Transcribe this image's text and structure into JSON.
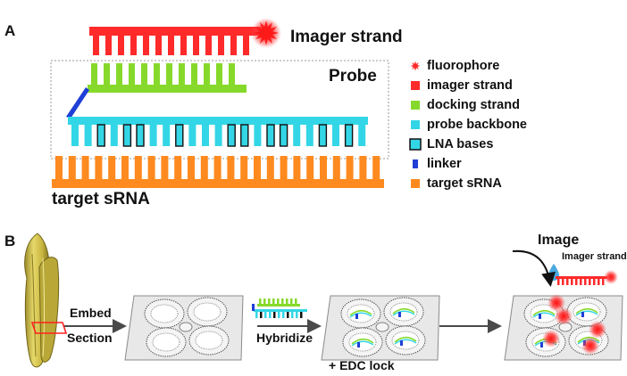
{
  "panel_a": {
    "label": "A",
    "imager_label": "Imager strand",
    "probe_label": "Probe",
    "target_label": "target sRNA",
    "legend": [
      {
        "text": "fluorophore",
        "color": "#ff2a2a",
        "icon": "fluorophore-icon"
      },
      {
        "text": "imager strand",
        "color": "#ff2a2a",
        "icon": "imager-swatch"
      },
      {
        "text": "docking strand",
        "color": "#86d92b",
        "icon": "docking-swatch"
      },
      {
        "text": "probe backbone",
        "color": "#33d6e6",
        "icon": "backbone-swatch"
      },
      {
        "text": "LNA bases",
        "color": "#33d6e6",
        "icon": "lna-swatch"
      },
      {
        "text": "linker",
        "color": "#1f3fd6",
        "icon": "linker-swatch"
      },
      {
        "text": "target sRNA",
        "color": "#ff8a1f",
        "icon": "target-swatch"
      }
    ]
  },
  "panel_b": {
    "label": "B",
    "embed_label": "Embed",
    "section_label": "Section",
    "hybridize_label": "Hybridize",
    "edc_label": "+ EDC lock",
    "image_label": "Image",
    "imager_strand_label": "Imager strand"
  },
  "colors": {
    "imager": "#ff2a2a",
    "docking": "#86d92b",
    "backbone": "#33d6e6",
    "linker": "#1f3fd6",
    "target": "#ff8a1f",
    "slide": "#e8e8e8",
    "arrow": "#4a4a4a"
  }
}
